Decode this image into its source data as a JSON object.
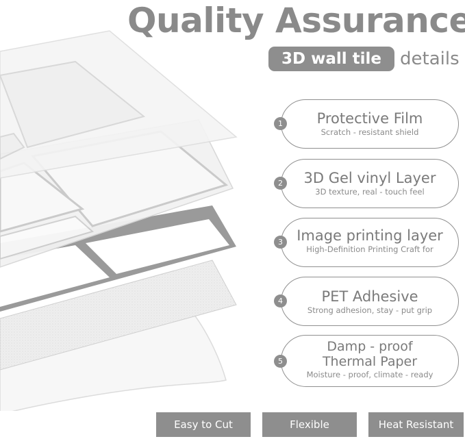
{
  "header": {
    "title": "Quality Assurance",
    "product_label": "3D wall tile",
    "details_label": "details"
  },
  "layers": [
    {
      "num": "1",
      "title": "Protective Film",
      "desc": "Scratch - resistant shield"
    },
    {
      "num": "2",
      "title": "3D Gel vinyl Layer",
      "desc": "3D texture, real - touch feel"
    },
    {
      "num": "3",
      "title": "Image printing layer",
      "desc": "High-Definition Printing Craft for"
    },
    {
      "num": "4",
      "title": "PET Adhesive",
      "desc": "Strong adhesion, stay - put grip"
    },
    {
      "num": "5",
      "title_line1": "Damp - proof",
      "title_line2": "Thermal Paper",
      "desc": "Moisture - proof, climate - ready"
    }
  ],
  "badges": [
    "Easy to Cut",
    "Flexible",
    "Heat Resistant"
  ],
  "colors": {
    "accent_gray": "#8e8e8e",
    "outline_gray": "#8f8f8f"
  }
}
